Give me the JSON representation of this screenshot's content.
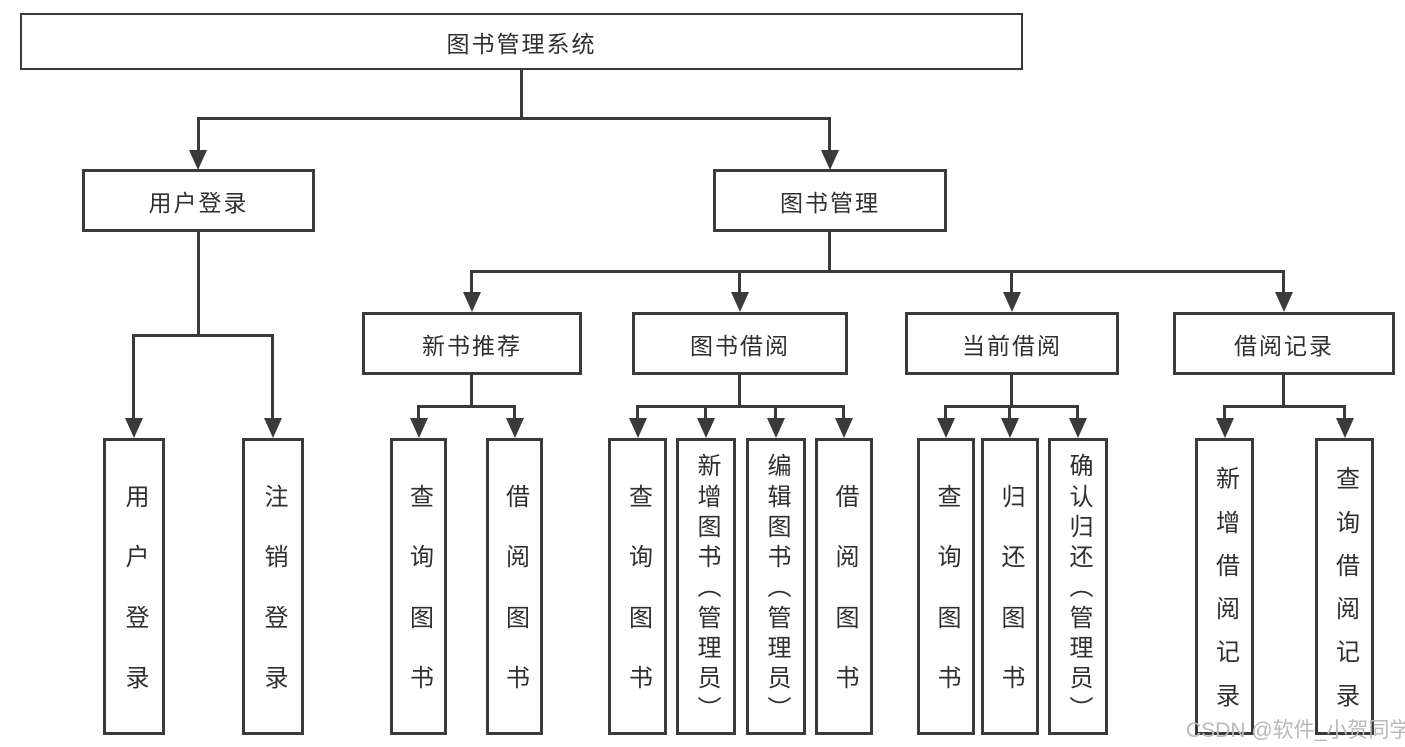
{
  "diagram": {
    "root": {
      "label": "图书管理系统"
    },
    "level2": [
      {
        "label": "用户登录",
        "parent": "图书管理系统"
      },
      {
        "label": "图书管理",
        "parent": "图书管理系统"
      }
    ],
    "level3": [
      {
        "label": "新书推荐",
        "parent": "图书管理"
      },
      {
        "label": "图书借阅",
        "parent": "图书管理"
      },
      {
        "label": "当前借阅",
        "parent": "图书管理"
      },
      {
        "label": "借阅记录",
        "parent": "图书管理"
      }
    ],
    "leaves": [
      {
        "label": "用户登录",
        "parent": "用户登录"
      },
      {
        "label": "注销登录",
        "parent": "用户登录"
      },
      {
        "label": "查询图书",
        "parent": "新书推荐"
      },
      {
        "label": "借阅图书",
        "parent": "新书推荐"
      },
      {
        "label": "查询图书",
        "parent": "图书借阅"
      },
      {
        "label": "新增图书（管理员）",
        "parent": "图书借阅"
      },
      {
        "label": "编辑图书（管理员）",
        "parent": "图书借阅"
      },
      {
        "label": "借阅图书",
        "parent": "图书借阅"
      },
      {
        "label": "查询图书",
        "parent": "当前借阅"
      },
      {
        "label": "归还图书",
        "parent": "当前借阅"
      },
      {
        "label": "确认归还（管理员）",
        "parent": "当前借阅"
      },
      {
        "label": "新增借阅记录",
        "parent": "借阅记录"
      },
      {
        "label": "查询借阅记录",
        "parent": "借阅记录"
      }
    ]
  },
  "watermark": {
    "text": "CSDN @软件_小贺同学"
  },
  "colors": {
    "line": "#3a3a3a",
    "text": "#2f2f2f",
    "watermark": "#b9b9b9",
    "background": "#ffffff"
  }
}
